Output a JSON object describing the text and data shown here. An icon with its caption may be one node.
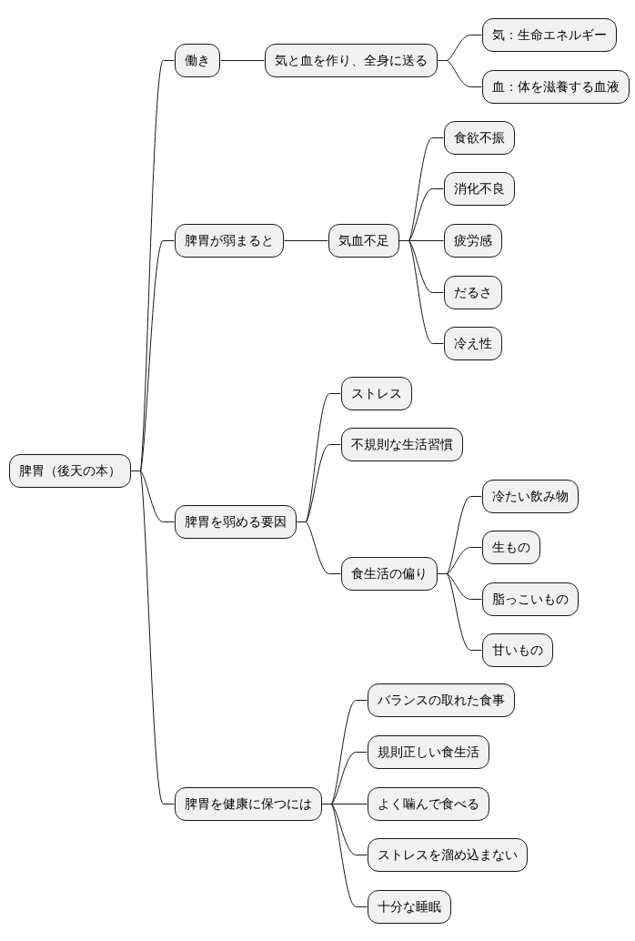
{
  "diagram": {
    "nodes": [
      {
        "text": [
          "脾胃（後天の本）"
        ]
      },
      {
        "text": [
          "働き"
        ]
      },
      {
        "text": [
          "気と血を作り、全身に送る"
        ]
      },
      {
        "text": [
          "気：生命エネルギー"
        ]
      },
      {
        "text": [
          "血：体を滋養する血液"
        ]
      },
      {
        "text": [
          "脾胃が弱まると"
        ]
      },
      {
        "text": [
          "気血不足"
        ]
      },
      {
        "text": [
          "食欲不振"
        ]
      },
      {
        "text": [
          "消化不良"
        ]
      },
      {
        "text": [
          "疲労感"
        ]
      },
      {
        "text": [
          "だるさ"
        ]
      },
      {
        "text": [
          "冷え性"
        ]
      },
      {
        "text": [
          "脾胃を弱める要因"
        ]
      },
      {
        "text": [
          "ストレス"
        ]
      },
      {
        "text": [
          "不規則な生活習慣"
        ]
      },
      {
        "text": [
          "食生活の偏り"
        ]
      },
      {
        "text": [
          "冷たい飲み物"
        ]
      },
      {
        "text": [
          "生もの"
        ]
      },
      {
        "text": [
          "脂っこいもの"
        ]
      },
      {
        "text": [
          "甘いもの"
        ]
      },
      {
        "text": [
          "脾胃を健康に保つには"
        ]
      },
      {
        "text": [
          "バランスの取れた食事"
        ]
      },
      {
        "text": [
          "規則正しい食生活"
        ]
      },
      {
        "text": [
          "よく噛んで食べる"
        ]
      },
      {
        "text": [
          "ストレスを溜め込まない"
        ]
      },
      {
        "text": [
          "十分な睡眠"
        ]
      }
    ],
    "edges": [
      {
        "from": 0,
        "to": 1,
        "arrow": "none"
      },
      {
        "from": 1,
        "to": 2,
        "arrow": "none"
      },
      {
        "from": 2,
        "to": 3,
        "arrow": "none"
      },
      {
        "from": 2,
        "to": 4,
        "arrow": "none"
      },
      {
        "from": 0,
        "to": 5,
        "arrow": "none"
      },
      {
        "from": 5,
        "to": 6,
        "arrow": "none"
      },
      {
        "from": 6,
        "to": 7,
        "arrow": "none"
      },
      {
        "from": 6,
        "to": 8,
        "arrow": "none"
      },
      {
        "from": 6,
        "to": 9,
        "arrow": "none"
      },
      {
        "from": 6,
        "to": 10,
        "arrow": "none"
      },
      {
        "from": 6,
        "to": 11,
        "arrow": "none"
      },
      {
        "from": 0,
        "to": 12,
        "arrow": "none"
      },
      {
        "from": 12,
        "to": 13,
        "arrow": "none"
      },
      {
        "from": 12,
        "to": 14,
        "arrow": "none"
      },
      {
        "from": 12,
        "to": 15,
        "arrow": "none"
      },
      {
        "from": 15,
        "to": 16,
        "arrow": "none"
      },
      {
        "from": 15,
        "to": 17,
        "arrow": "none"
      },
      {
        "from": 15,
        "to": 18,
        "arrow": "none"
      },
      {
        "from": 15,
        "to": 19,
        "arrow": "none"
      },
      {
        "from": 0,
        "to": 20,
        "arrow": "none"
      },
      {
        "from": 20,
        "to": 21,
        "arrow": "none"
      },
      {
        "from": 20,
        "to": 22,
        "arrow": "none"
      },
      {
        "from": 20,
        "to": 23,
        "arrow": "none"
      },
      {
        "from": 20,
        "to": 24,
        "arrow": "none"
      },
      {
        "from": 20,
        "to": 25,
        "arrow": "none"
      }
    ]
  }
}
